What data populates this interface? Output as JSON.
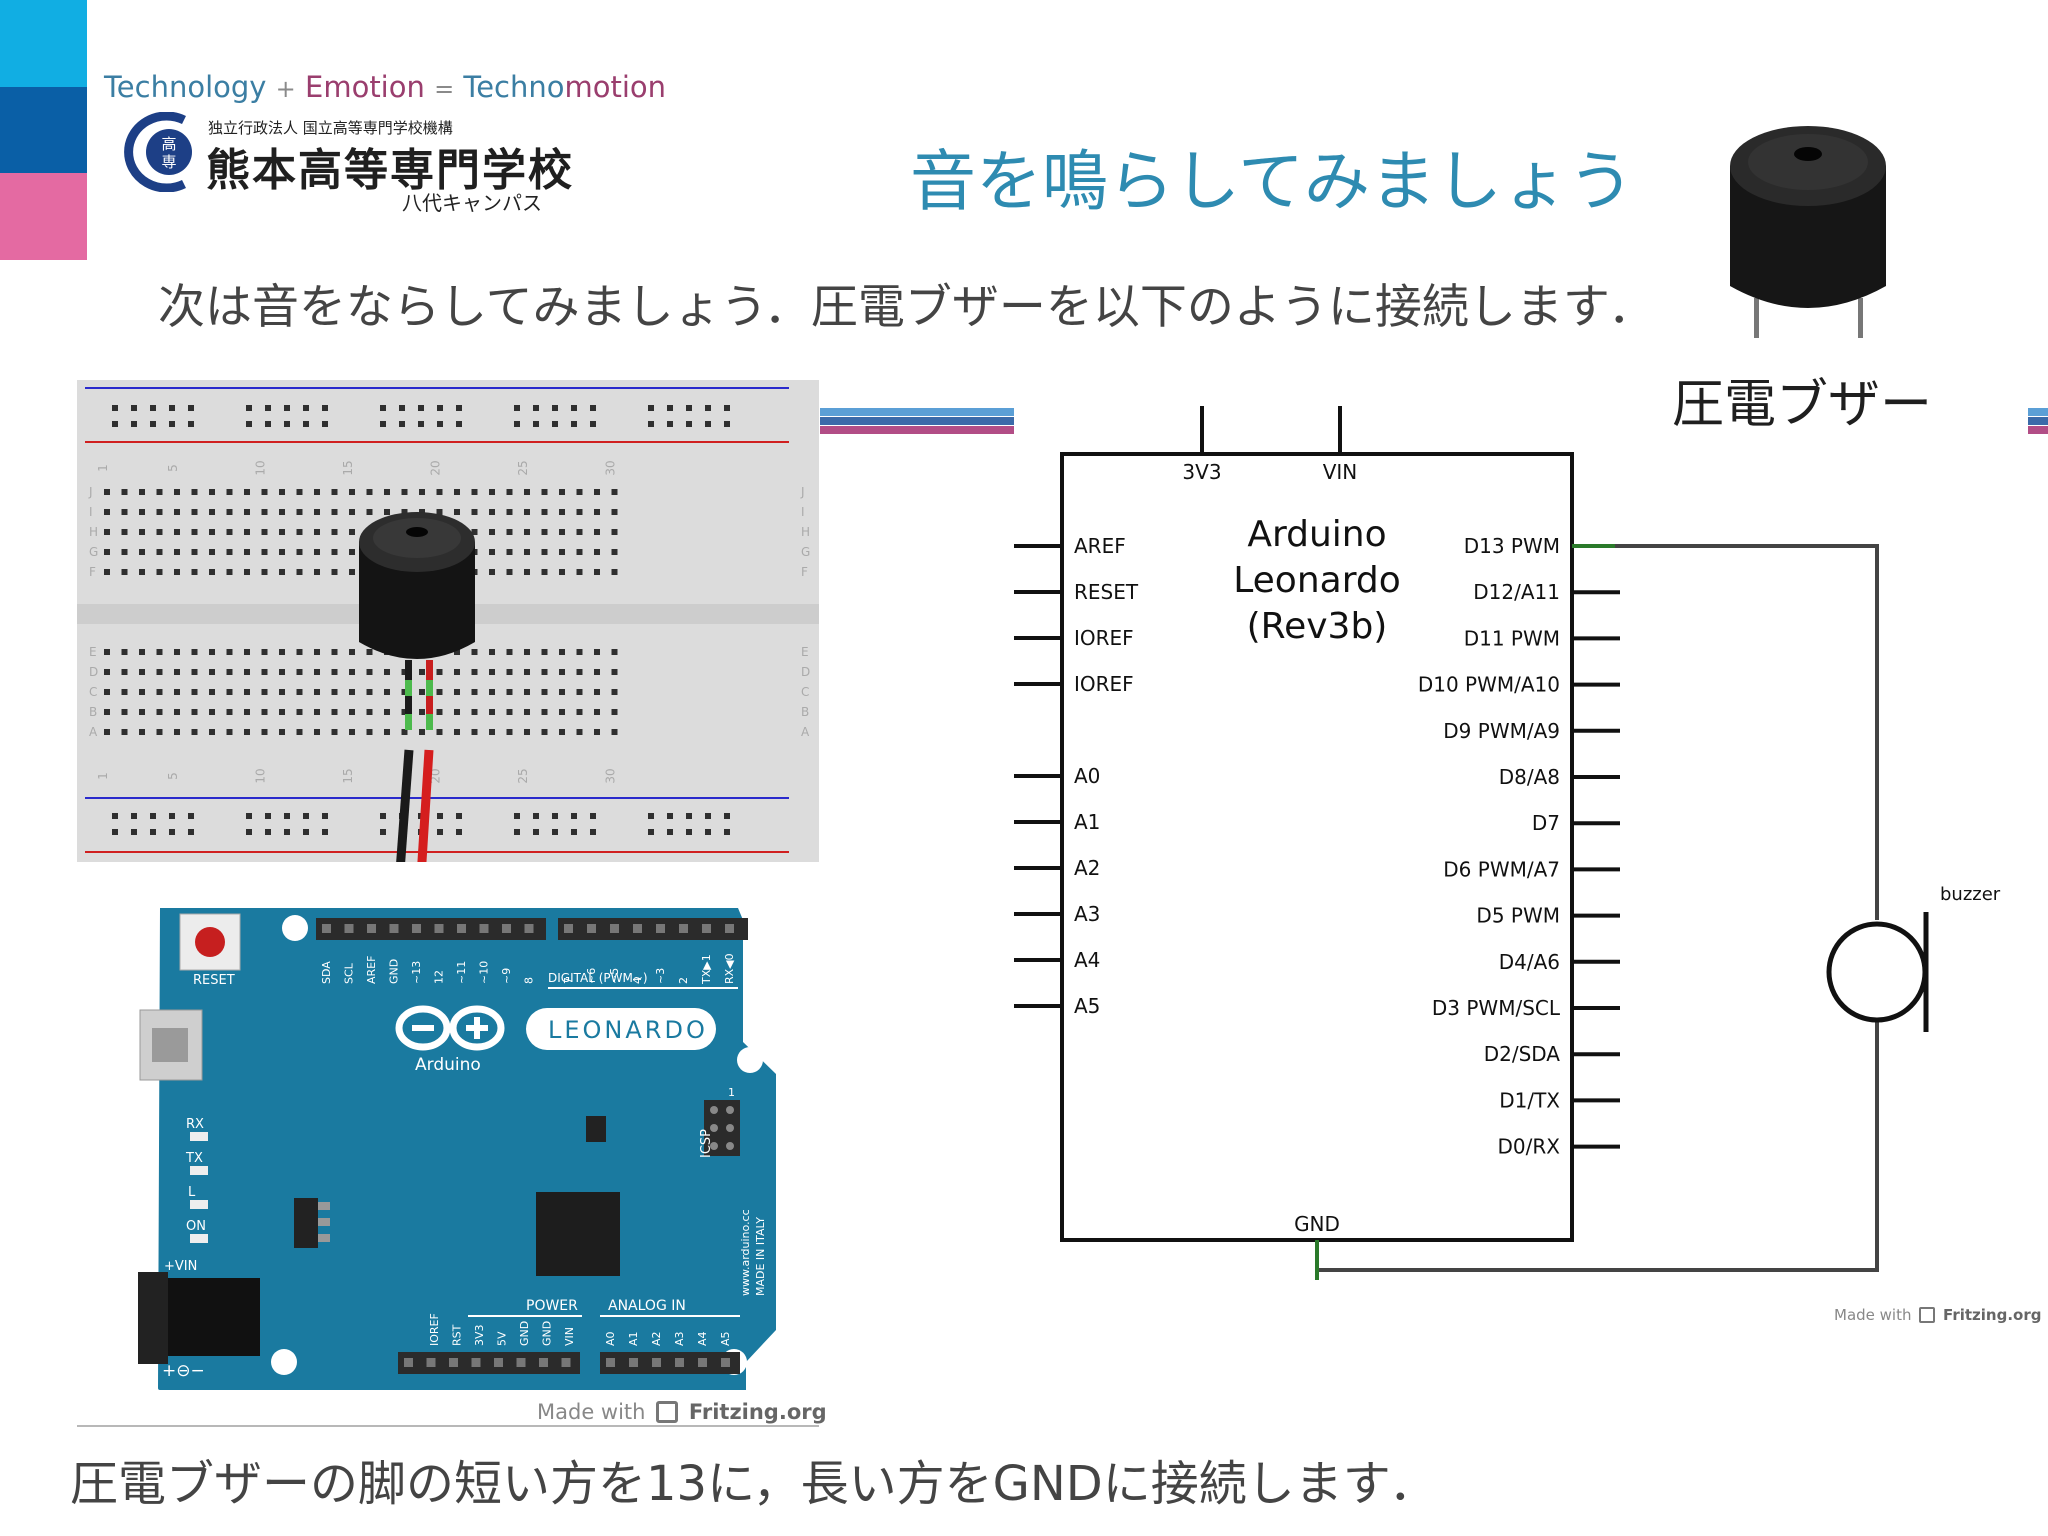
{
  "header": {
    "tagline": {
      "w1": "Technology",
      "op1": "+",
      "w2": "Emotion",
      "op2": "=",
      "w3": "Techno",
      "w4": "motion"
    },
    "org_small": "独立行政法人 国立高等専門学校機構",
    "school_name": "熊本高等専門学校",
    "campus": "八代キャンパス",
    "logo_glyph": "高専"
  },
  "slide": {
    "title": "音を鳴らしてみましょう",
    "intro": "次は音をならしてみましょう．圧電ブザーを以下のように接続します．",
    "buzzer_label": "圧電ブザー",
    "caption": "圧電ブザーの脚の短い方を13に，長い方をGNDに接続します．"
  },
  "breadboard": {
    "col_numbers": [
      "1",
      "5",
      "10",
      "15",
      "20",
      "25",
      "30"
    ],
    "row_letters_top": [
      "J",
      "I",
      "H",
      "G",
      "F"
    ],
    "row_letters_bottom": [
      "E",
      "D",
      "C",
      "B",
      "A"
    ]
  },
  "arduino_board": {
    "reset_label": "RESET",
    "logo_text": "Arduino",
    "model": "LEONARDO",
    "digital_label": "DIGITAL (PWM~)",
    "digital_pins": [
      "SDA",
      "SCL",
      "AREF",
      "GND",
      "~13",
      "12",
      "~11",
      "~10",
      "~9",
      "8",
      "7",
      "~6",
      "~5",
      "4",
      "~3",
      "2",
      "TX▶1",
      "RX◀0"
    ],
    "power_label": "POWER",
    "analog_label": "ANALOG IN",
    "power_pins": [
      "IOREF",
      "RST",
      "3V3",
      "5V",
      "GND",
      "GND",
      "VIN"
    ],
    "analog_pins": [
      "A0",
      "A1",
      "A2",
      "A3",
      "A4",
      "A5"
    ],
    "leds": [
      "RX",
      "TX",
      "L",
      "ON"
    ],
    "icsp": "ICSP",
    "icsp_pin": "1",
    "vin_label": "+VIN",
    "site": "www.arduino.cc",
    "made_in": "MADE IN ITALY"
  },
  "schematic": {
    "chip_name": [
      "Arduino",
      "Leonardo",
      "(Rev3b)"
    ],
    "top_pins": [
      "3V3",
      "VIN"
    ],
    "bottom_pin": "GND",
    "left_pins": [
      "AREF",
      "RESET",
      "IOREF",
      "IOREF",
      "A0",
      "A1",
      "A2",
      "A3",
      "A4",
      "A5"
    ],
    "right_pins": [
      "D13 PWM",
      "D12/A11",
      "D11 PWM",
      "D10 PWM/A10",
      "D9 PWM/A9",
      "D8/A8",
      "D7",
      "D6 PWM/A7",
      "D5 PWM",
      "D4/A6",
      "D3 PWM/SCL",
      "D2/SDA",
      "D1/TX",
      "D0/RX"
    ],
    "component_label": "buzzer"
  },
  "credits": {
    "left": {
      "made": "Made with",
      "brand": "Fritzing.org"
    },
    "right": {
      "made": "Made with",
      "brand": "Fritzing.org"
    }
  },
  "colors": {
    "accent_cyan": "#11aee3",
    "accent_blue": "#0a5fa6",
    "accent_pink": "#e46aa2",
    "title_blue": "#2e8bb1",
    "board_teal": "#1a7aa0",
    "wire_red": "#d51e1e",
    "wire_green": "#2a7a2a"
  }
}
